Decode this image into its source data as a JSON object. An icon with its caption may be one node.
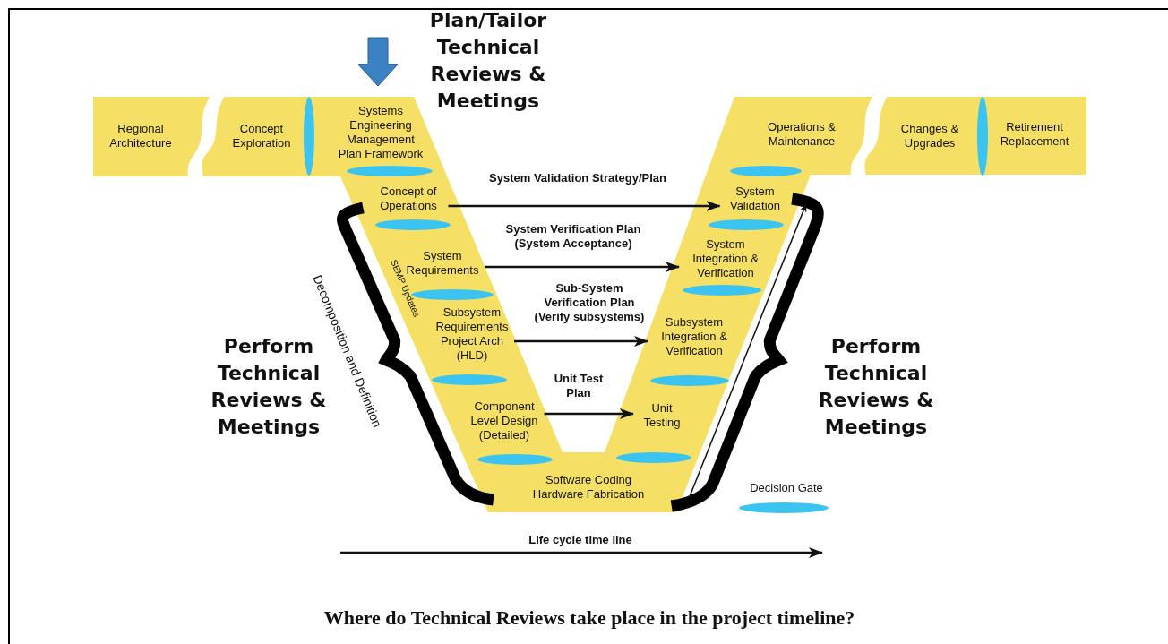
{
  "diagram": {
    "caption": "Where do Technical Reviews take place in the project timeline?",
    "nodes": [
      {
        "text": [
          "Regional Architecture"
        ]
      },
      {
        "text": [
          "Concept Exploration"
        ]
      },
      {
        "text": [
          "Systems Engineering Management Plan Framework"
        ]
      },
      {
        "text": [
          "Concept of Operations"
        ]
      },
      {
        "text": [
          "System Requirements"
        ]
      },
      {
        "text": [
          "Subsystem Requirements Project Arch (HLD)"
        ]
      },
      {
        "text": [
          "Component Level Design (Detailed)"
        ]
      },
      {
        "text": [
          "Software Coding Hardware Fabrication"
        ]
      },
      {
        "text": [
          "Unit Testing"
        ]
      },
      {
        "text": [
          "Subsystem Integration & Verification"
        ]
      },
      {
        "text": [
          "System Integration & Verification"
        ]
      },
      {
        "text": [
          "System Validation"
        ]
      },
      {
        "text": [
          "Operations & Maintenance"
        ]
      },
      {
        "text": [
          "Changes & Upgrades"
        ]
      },
      {
        "text": [
          "Retirement Replacement"
        ]
      }
    ],
    "edges": [
      {
        "from": 3,
        "to": 11,
        "arrow": "to",
        "label": "System Validation Strategy/Plan"
      },
      {
        "from": 4,
        "to": 10,
        "arrow": "to",
        "label": "System Verification Plan (System Acceptance)"
      },
      {
        "from": 5,
        "to": 9,
        "arrow": "to",
        "label": "Sub-System Verification Plan (Verify subsystems)"
      },
      {
        "from": 6,
        "to": 8,
        "arrow": "to",
        "label": "Unit Test Plan"
      }
    ],
    "labels": [
      "Plan/Tailor Technical Reviews & Meetings",
      "SEMP Updates",
      "Decomposition and Definition",
      "Perform Technical Reviews & Meetings",
      "Perform Technical Reviews & Meetings",
      "Life cycle time line"
    ],
    "legend": [
      {
        "text": "Decision Gate",
        "color": "#3cc4f0"
      }
    ]
  }
}
